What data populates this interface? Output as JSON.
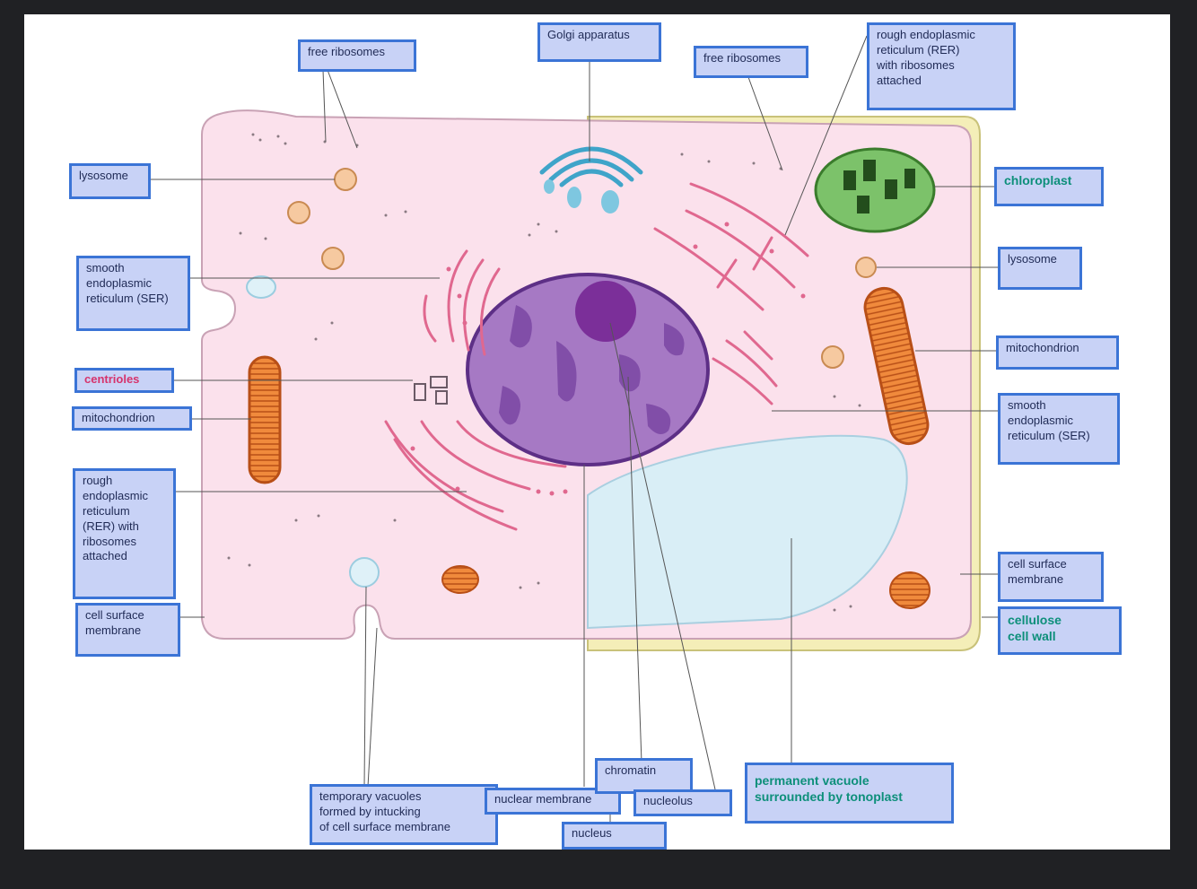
{
  "labels": {
    "free_ribosomes_left": [
      "free ribosomes"
    ],
    "golgi": [
      "Golgi apparatus"
    ],
    "free_ribosomes_right": [
      "free ribosomes"
    ],
    "rer_top": [
      "rough endoplasmic",
      "reticulum (RER)",
      "with ribosomes",
      "attached"
    ],
    "lysosome_left": [
      "lysosome"
    ],
    "chloroplast": [
      "chloroplast"
    ],
    "ser_left": [
      "smooth",
      "endoplasmic",
      "reticulum (SER)"
    ],
    "lysosome_right": [
      "lysosome"
    ],
    "centrioles": [
      "centrioles"
    ],
    "mitochondrion_right": [
      "mitochondrion"
    ],
    "mitochondrion_left": [
      "mitochondrion"
    ],
    "ser_right": [
      "smooth",
      "endoplasmic",
      "reticulum (SER)"
    ],
    "rer_left": [
      "rough",
      "endoplasmic",
      "reticulum",
      "(RER) with",
      "ribosomes",
      "attached"
    ],
    "csm_right": [
      "cell surface",
      "membrane"
    ],
    "csm_left": [
      "cell surface",
      "membrane"
    ],
    "cellulose": [
      "cellulose",
      "cell wall"
    ],
    "temp_vacuoles": [
      "temporary vacuoles",
      "formed by intucking",
      "of cell surface membrane"
    ],
    "nuclear_membrane": [
      "nuclear membrane"
    ],
    "chromatin": [
      "chromatin"
    ],
    "nucleolus": [
      "nucleolus"
    ],
    "permanent_vacuole": [
      "permanent vacuole",
      "surrounded by tonoplast"
    ],
    "nucleus": [
      "nucleus"
    ]
  },
  "colors": {
    "label_fill": "#c8d2f6",
    "label_border": "#3b74d6",
    "cytoplasm": "#fbe1ec",
    "cell_wall": "#f4eeb8",
    "nucleus": "#a679c4",
    "vacuole": "#d9eef6",
    "chloroplast": "#7cc26a",
    "mitochondrion": "#f08a3c",
    "er": "#e0688f",
    "highlight_pink": "#d6336c",
    "highlight_teal": "#0d8f7a"
  }
}
